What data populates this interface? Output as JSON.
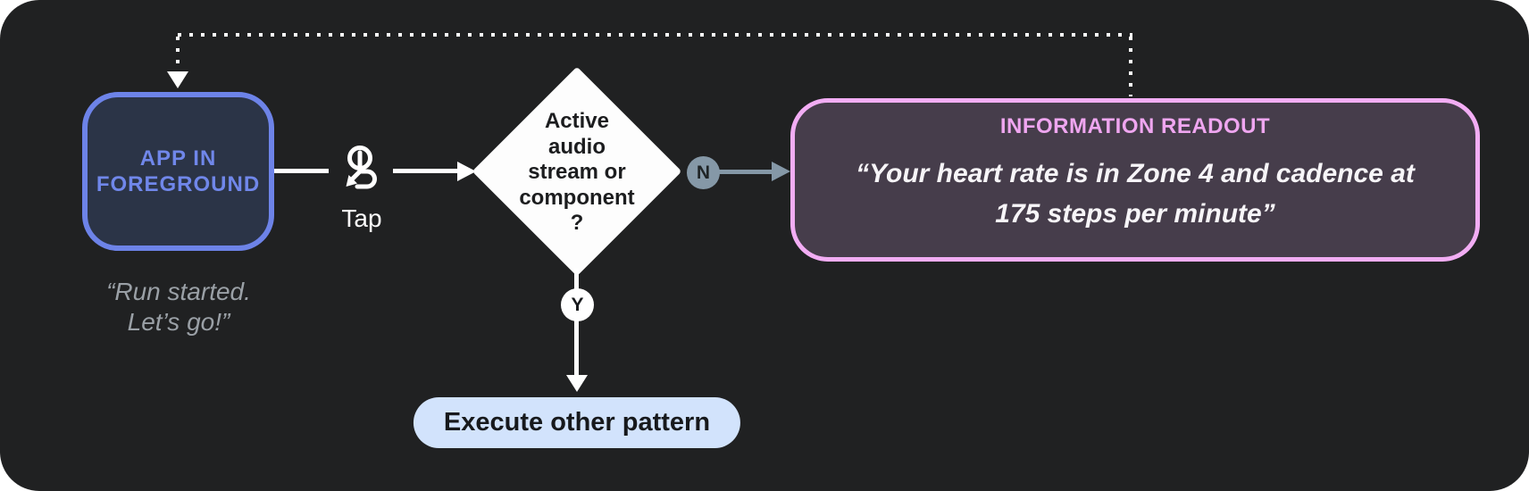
{
  "colors": {
    "page_bg": "#ffffff",
    "panel_bg": "#202122",
    "connector_white": "#ffffff",
    "app_box_bg": "#2b3447",
    "app_box_border": "#6d83e8",
    "app_box_text": "#7087ea",
    "quote_text": "#9aa0a6",
    "diamond_bg": "#fdfdfd",
    "diamond_text": "#1c1d1f",
    "no_branch": "#8598a7",
    "no_branch_text": "#1f2426",
    "readout_bg": "#463d4b",
    "readout_border": "#f2adf4",
    "readout_title": "#efa6f0",
    "readout_text": "#f7f5f8",
    "yes_circle_bg": "#ffffff",
    "yes_circle_text": "#17191c",
    "action_pill_bg": "#d2e3fc",
    "action_pill_text": "#17191c"
  },
  "app_node": {
    "label": "APP IN\nFOREGROUND",
    "quote": "“Run started.\nLet’s go!”"
  },
  "tap": {
    "label": "Tap"
  },
  "decision": {
    "label": "Active\naudio\nstream or\ncomponent\n?",
    "no_label": "N",
    "yes_label": "Y"
  },
  "readout": {
    "title": "INFORMATION READOUT",
    "quote": "“Your heart rate is in Zone 4 and cadence at\n175 steps per minute”"
  },
  "action": {
    "label": "Execute other pattern"
  }
}
